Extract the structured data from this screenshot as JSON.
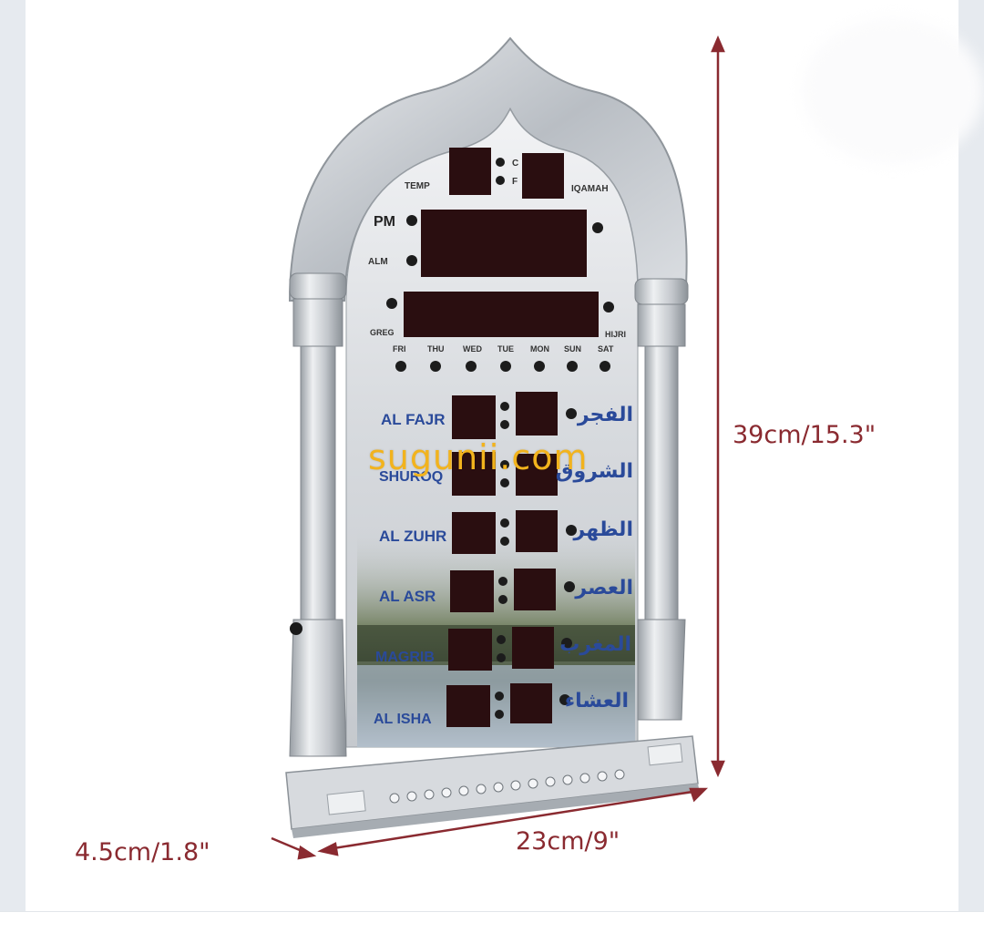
{
  "dimensions": {
    "height": "39cm/15.3\"",
    "width": "23cm/9\"",
    "depth": "4.5cm/1.8\""
  },
  "watermark": "sugunii.com",
  "clock": {
    "temp_label": "TEMP",
    "temp_units": [
      "C",
      "F"
    ],
    "iqamah_label": "IQAMAH",
    "pm_label": "PM",
    "alarm_label": "ALM",
    "date_left_label": "GREG",
    "date_right_label": "HIJRI",
    "days": [
      "FRI",
      "THU",
      "WED",
      "TUE",
      "MON",
      "SUN",
      "SAT"
    ],
    "prayers": [
      {
        "en": "AL FAJR",
        "ar": "الفجر"
      },
      {
        "en": "SHUROQ",
        "ar": "الشروق"
      },
      {
        "en": "AL ZUHR",
        "ar": "الظهر"
      },
      {
        "en": "AL ASR",
        "ar": "العصر"
      },
      {
        "en": "MAGRIB",
        "ar": "المغرب"
      },
      {
        "en": "AL ISHA",
        "ar": "العشاء"
      }
    ]
  },
  "colors": {
    "dimension": "#8a2a30",
    "watermark": "#f2b31d",
    "led": "#2a0e10",
    "silver": "#c9ccd0",
    "prayer_label": "#2a4a9a"
  }
}
